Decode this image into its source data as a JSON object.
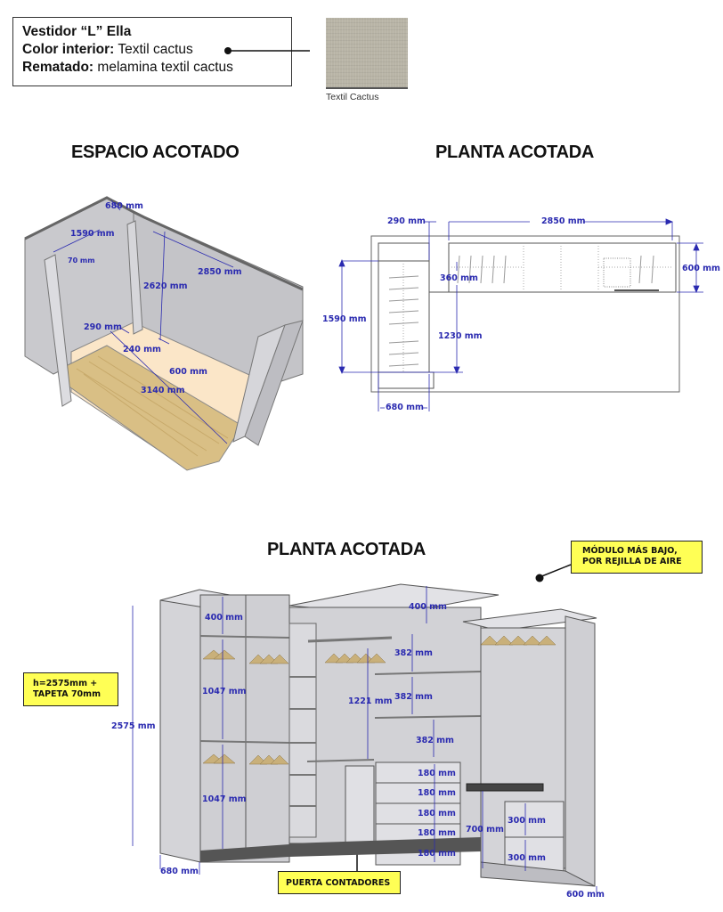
{
  "spec": {
    "title": "Vestidor “L” Ella",
    "interior_label": "Color interior:",
    "interior_value": "Textil cactus",
    "finish_label": "Rematado:",
    "finish_value": "melamina textil cactus"
  },
  "swatch": {
    "label": "Textil Cactus",
    "color": "#b8b4a6"
  },
  "sections": {
    "space": {
      "title": "ESPACIO ACOTADO",
      "dims": {
        "d680": "680 mm",
        "d1590": "1590 mm",
        "d70": "70 mm",
        "d2850": "2850 mm",
        "d2620": "2620 mm",
        "d290": "290 mm",
        "d240": "240 mm",
        "d600": "600 mm",
        "d3140": "3140 mm"
      }
    },
    "plan": {
      "title": "PLANTA ACOTADA",
      "dims": {
        "d290": "290 mm",
        "d2850": "2850 mm",
        "d600": "600 mm",
        "d360": "360 mm",
        "d1590": "1590 mm",
        "d1230": "1230 mm",
        "d680": "680 mm"
      }
    },
    "elevation": {
      "title": "PLANTA ACOTADA",
      "dims": {
        "top400_left": "400 mm",
        "hang1047_upper": "1047 mm",
        "hang1047_lower": "1047 mm",
        "total2575": "2575 mm",
        "depth680": "680 mm",
        "top400_mid": "400 mm",
        "shelf382_1": "382 mm",
        "shelf382_2": "382 mm",
        "shelf382_3": "382 mm",
        "hang1221": "1221 mm",
        "drawer180_1": "180 mm",
        "drawer180_2": "180 mm",
        "drawer180_3": "180 mm",
        "drawer180_4": "180 mm",
        "drawer180_5": "180 mm",
        "desk700": "700 mm",
        "drawer300_1": "300 mm",
        "drawer300_2": "300 mm",
        "depth600": "600 mm"
      },
      "callouts": {
        "height_note_line1": "h=2575mm  +",
        "height_note_line2": "TAPETA 70mm",
        "lower_module_line1": "MÓDULO MÁS BAJO,",
        "lower_module_line2": "POR REJILLA DE AIRE",
        "meter_door": "PUERTA CONTADORES"
      }
    }
  },
  "colors": {
    "dimension": "#2a2ab0",
    "callout": "#ffff55",
    "wall": "#cfcfd2",
    "floor_light": "#fbe6c8",
    "wood": "#d9bf85"
  }
}
